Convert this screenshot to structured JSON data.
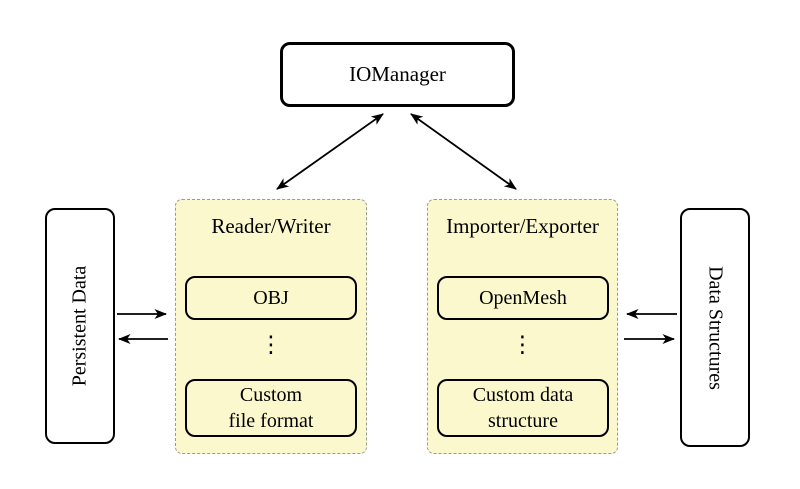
{
  "diagram": {
    "nodes": {
      "io_manager": {
        "label": "IOManager"
      },
      "persistent_data": {
        "label": "Persistent Data"
      },
      "data_structures": {
        "label": "Data Structures"
      }
    },
    "panels": {
      "reader_writer": {
        "title": "Reader/Writer",
        "items": [
          {
            "label": "OBJ"
          },
          {
            "label_line1": "Custom",
            "label_line2": "file format"
          }
        ]
      },
      "importer_exporter": {
        "title": "Importer/Exporter",
        "items": [
          {
            "label": "OpenMesh"
          },
          {
            "label_line1": "Custom data",
            "label_line2": "structure"
          }
        ]
      }
    },
    "icons": {
      "vertical_ellipsis": "⋮"
    },
    "edges": [
      {
        "from": "IOManager",
        "to": "Reader/Writer",
        "type": "bidirectional"
      },
      {
        "from": "IOManager",
        "to": "Importer/Exporter",
        "type": "bidirectional"
      },
      {
        "from": "Persistent Data",
        "to": "Reader/Writer",
        "type": "directed"
      },
      {
        "from": "Reader/Writer",
        "to": "Persistent Data",
        "type": "directed"
      },
      {
        "from": "Data Structures",
        "to": "Importer/Exporter",
        "type": "directed"
      },
      {
        "from": "Importer/Exporter",
        "to": "Data Structures",
        "type": "directed"
      }
    ],
    "colors": {
      "background": "#ffffff",
      "panel_fill": "#fbf8ce",
      "panel_border": "#9a9a9a",
      "node_border": "#000000",
      "arrow": "#000000"
    }
  }
}
